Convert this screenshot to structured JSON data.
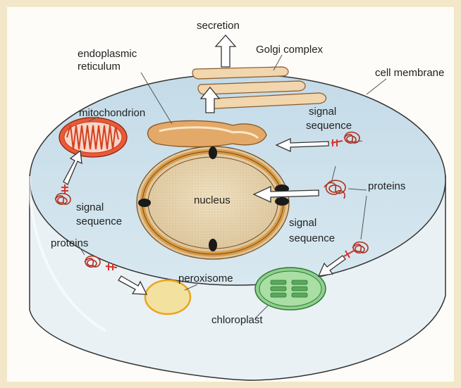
{
  "diagram": {
    "labels": {
      "secretion": "secretion",
      "golgi": "Golgi complex",
      "er_line1": "endoplasmic",
      "er_line2": "reticulum",
      "cell_membrane": "cell membrane",
      "mitochondrion": "mitochondrion",
      "signal_sequence_top_1": "signal",
      "signal_sequence_top_2": "sequence",
      "nucleus": "nucleus",
      "proteins_right": "proteins",
      "signal_left_1": "signal",
      "signal_left_2": "sequence",
      "proteins_left": "proteins",
      "signal_right_1": "signal",
      "signal_right_2": "sequence",
      "peroxisome": "peroxisome",
      "chloroplast": "chloroplast"
    },
    "colors": {
      "background": "#f3e7c9",
      "cytoplasm": "#cfe2ec",
      "cytoplasm_side": "#e6eff4",
      "nucleus_fill": "#e6d4b0",
      "envelope": "#d89a44",
      "mito": "#e24a2a",
      "protein": "#c0392b",
      "peroxisome": "#f2dc8a",
      "chloroplast": "#7cc47a"
    }
  }
}
